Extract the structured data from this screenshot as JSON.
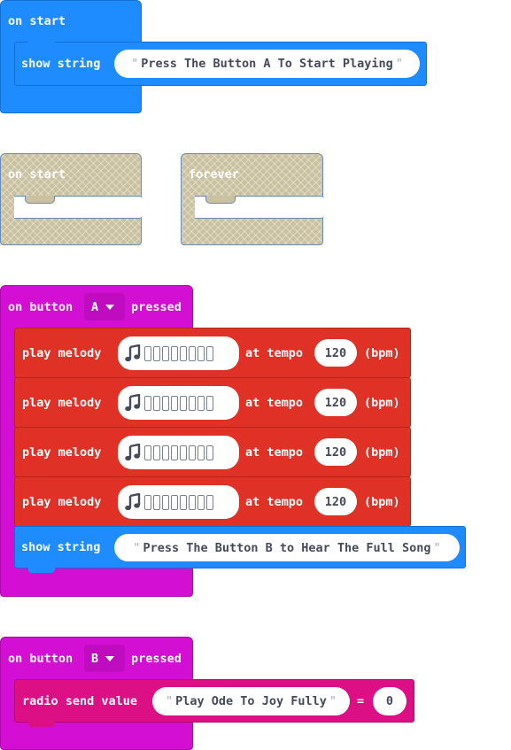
{
  "canvas": {
    "on_start": {
      "label": "on start",
      "child": {
        "label": "show string",
        "text": "Press The Button A To Start Playing"
      }
    },
    "disabled_on_start": {
      "label": "on start"
    },
    "disabled_forever": {
      "label": "forever"
    },
    "button_a": {
      "prefix": "on button",
      "button": "A",
      "suffix": "pressed",
      "melodies": [
        {
          "label": "play melody",
          "at_tempo": "at tempo",
          "tempo": "120",
          "unit": "(bpm)"
        },
        {
          "label": "play melody",
          "at_tempo": "at tempo",
          "tempo": "120",
          "unit": "(bpm)"
        },
        {
          "label": "play melody",
          "at_tempo": "at tempo",
          "tempo": "120",
          "unit": "(bpm)"
        },
        {
          "label": "play melody",
          "at_tempo": "at tempo",
          "tempo": "120",
          "unit": "(bpm)"
        }
      ],
      "show": {
        "label": "show string",
        "text": "Press The Button B to Hear The Full Song"
      }
    },
    "button_b": {
      "prefix": "on button",
      "button": "B",
      "suffix": "pressed",
      "radio": {
        "label": "radio send value",
        "name": "Play Ode To Joy Fully",
        "equals": "=",
        "value": "0"
      }
    }
  },
  "colors": {
    "basic_blue": "#1e8cff",
    "input_magenta": "#d40fd4",
    "music_red": "#e03127",
    "radio_pink": "#dc0f84",
    "disabled_khaki": "#c9c1a0"
  },
  "icons": {
    "melody": "music-note-icon",
    "dropdown": "caret-down-icon"
  }
}
